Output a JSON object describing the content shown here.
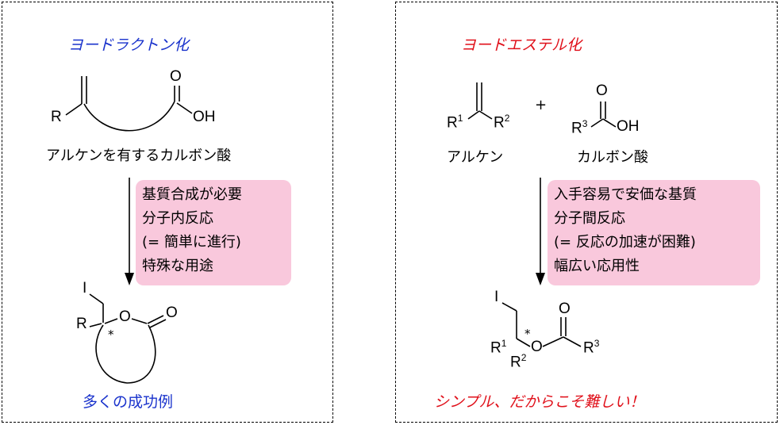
{
  "left": {
    "title": "ヨードラクトン化",
    "reactant_label": "アルケンを有するカルボン酸",
    "notes": [
      "基質合成が必要",
      "分子内反応",
      "(= 簡単に進行)",
      "特殊な用途"
    ],
    "result": "多くの成功例",
    "atoms": {
      "r_top": "R",
      "o_carbonyl": "O",
      "oh": "OH",
      "i": "I",
      "r_product": "R",
      "o_ring": "O",
      "o_exo": "O",
      "asterisk": "*"
    }
  },
  "right": {
    "title": "ヨードエステル化",
    "alkene_label": "アルケン",
    "acid_label": "カルボン酸",
    "plus": "+",
    "notes": [
      "入手容易で安価な基質",
      "分子間反応",
      "(= 反応の加速が困難)",
      "幅広い応用性"
    ],
    "result": "シンプル、だからこそ難しい！",
    "atoms": {
      "r": "R",
      "r1_sup": "1",
      "r2_sup": "2",
      "r3_sup": "3",
      "o_carbonyl": "O",
      "oh": "OH",
      "i": "I",
      "o_ester": "O",
      "asterisk": "*"
    }
  },
  "colors": {
    "blue": "#1a33cc",
    "red": "#e0101a",
    "note_bg": "#f9c8dc"
  }
}
